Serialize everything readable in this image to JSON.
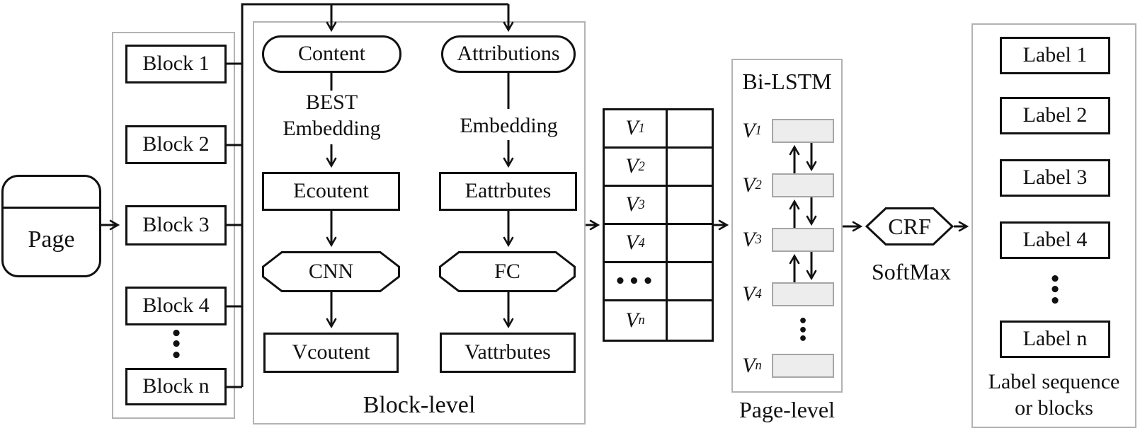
{
  "page_node": {
    "label": "Page"
  },
  "blocks_panel": {
    "items": [
      {
        "label": "Block 1"
      },
      {
        "label": "Block 2"
      },
      {
        "label": "Block 3"
      },
      {
        "label": "Block 4"
      },
      {
        "label": "Block n"
      }
    ],
    "ellipsis": "•\n•\n•"
  },
  "block_level": {
    "caption": "Block-level",
    "content_branch": {
      "source": "Content",
      "embedding_label": "BEST\nEmbedding",
      "embedding_box": "Ecoutent",
      "processor": "CNN",
      "output_box": "Vcoutent"
    },
    "attribute_branch": {
      "source": "Attributions",
      "embedding_label": "Embedding",
      "embedding_box": "Eattrbutes",
      "processor": "FC",
      "output_box": "Vattrbutes"
    }
  },
  "vector_table": {
    "rows": [
      {
        "base": "V",
        "sub": "1"
      },
      {
        "base": "V",
        "sub": "2"
      },
      {
        "base": "V",
        "sub": "3"
      },
      {
        "base": "V",
        "sub": "4"
      },
      {
        "base": "V",
        "sub": "n"
      }
    ],
    "ellipsis": "•••"
  },
  "page_level": {
    "title": "Bi-LSTM",
    "caption": "Page-level",
    "rows": [
      {
        "base": "V",
        "sub": "1"
      },
      {
        "base": "V",
        "sub": "2"
      },
      {
        "base": "V",
        "sub": "3"
      },
      {
        "base": "V",
        "sub": "4"
      },
      {
        "base": "V",
        "sub": "n"
      }
    ],
    "ellipsis": "•\n•\n•"
  },
  "crf_node": {
    "label": "CRF",
    "sublabel": "SoftMax"
  },
  "labels_panel": {
    "items": [
      {
        "label": "Label 1"
      },
      {
        "label": "Label 2"
      },
      {
        "label": "Label 3"
      },
      {
        "label": "Label 4"
      },
      {
        "label": "Label n"
      }
    ],
    "ellipsis": "•\n•\n•",
    "caption": "Label sequence\nor blocks"
  },
  "colors": {
    "line": "#111111",
    "panel_border": "#b3b3b3",
    "lstm_cell_fill": "#ededed"
  }
}
